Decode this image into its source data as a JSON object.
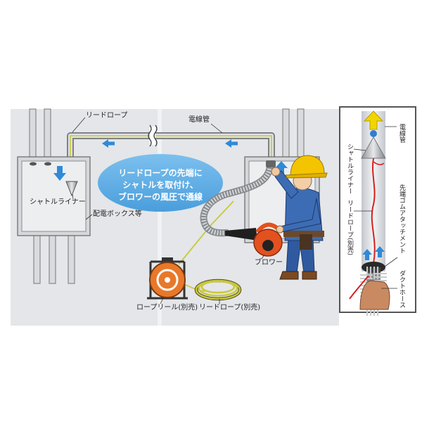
{
  "main": {
    "labels": {
      "lead_rope_top": "リードロープ",
      "conduit": "電線管",
      "shuttle_liner": "シャトルライナー",
      "distribution_box": "配電ボックス等",
      "blower": "ブロワー",
      "rope_reel": "ロープリール(別売)",
      "lead_rope_bottom": "リードロープ(別売)"
    },
    "bubble": {
      "lines": [
        "リードロープの先端に",
        "シャトルを取付け、",
        "ブロワーの風圧で通線"
      ]
    }
  },
  "inset": {
    "labels": {
      "conduit": "電線管",
      "shuttle_liner": "シャトルライナー",
      "tip_rubber_attachment": "先端ゴムアタッチメント",
      "lead_rope": "リードロープ(別売)",
      "duct_hose": "ダクトホース"
    }
  },
  "colors": {
    "airflow_arrow": "#2f8ad8",
    "bubble": "#5eaee6",
    "helmet": "#f5c400",
    "blower": "#e2511f",
    "rope_reel": "#e8782a",
    "lead_rope": "#c9c83b",
    "inset_rope": "#d62020",
    "up_arrow": "#f2d500"
  }
}
